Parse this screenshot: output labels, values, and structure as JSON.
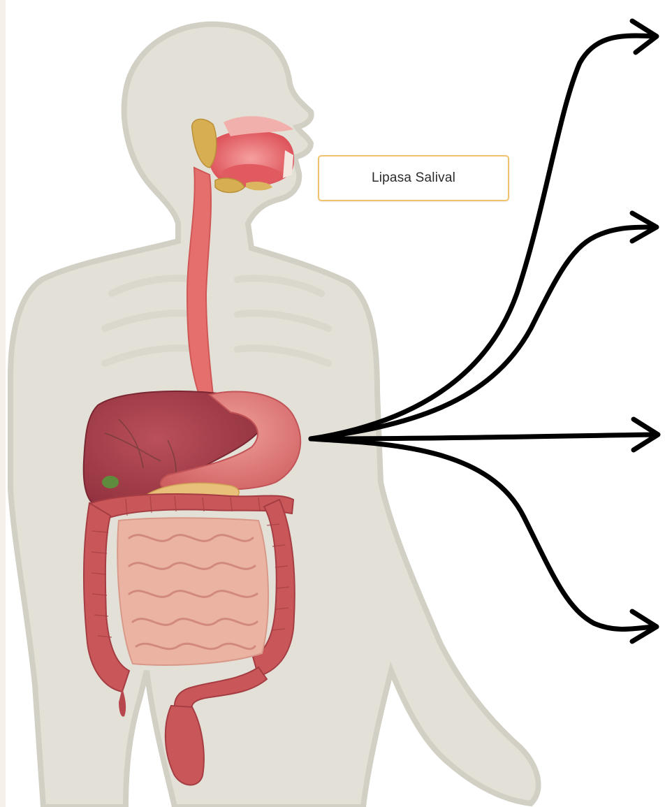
{
  "labels": {
    "salivary_gland_label": "Lipasa Salival"
  },
  "colors": {
    "body_silhouette": "#e2e0d6",
    "body_outline": "#d4d2c7",
    "organ_red": "#c94c4c",
    "liver": "#a53b46",
    "stomach": "#df7a77",
    "large_intestine": "#c9575a",
    "small_intestine": "#eab1a0",
    "esophagus": "#e47370",
    "salivary_gland": "#d9b15a",
    "label_border": "#f0c26d",
    "arrow": "#000000"
  },
  "arrows": {
    "count": 4,
    "origin": "abdomen"
  }
}
